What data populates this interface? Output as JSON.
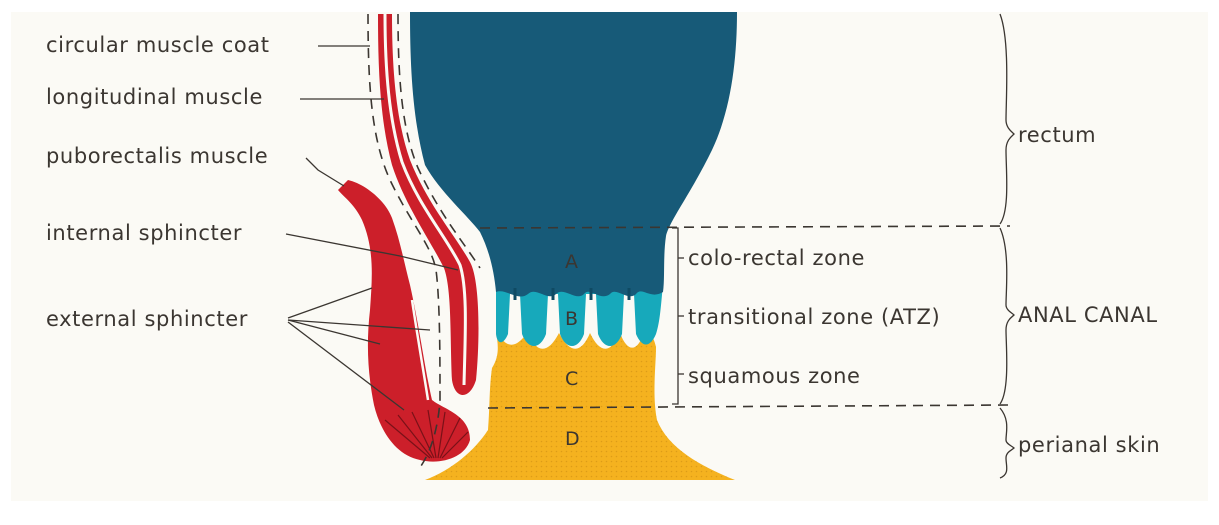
{
  "labels": {
    "circular_muscle_coat": "circular muscle coat",
    "longitudinal_muscle": "longitudinal muscle",
    "puborectalis_muscle": "puborectalis muscle",
    "internal_sphincter": "internal sphincter",
    "external_sphincter": "external sphincter"
  },
  "zones": {
    "colo_rectal": "colo-rectal zone",
    "transitional": "transitional zone (ATZ)",
    "squamous": "squamous zone"
  },
  "regions": {
    "rectum": "rectum",
    "anal_canal": "ANAL CANAL",
    "perianal_skin": "perianal skin"
  },
  "zone_letters": {
    "a": "A",
    "b": "B",
    "c": "C",
    "d": "D"
  },
  "colors": {
    "mucosa": "#175a78",
    "transitional": "#17a9bb",
    "squamous": "#f5b21f",
    "muscle": "#cc1f2a",
    "ink": "#3b3631",
    "background": "#fbfaf5"
  }
}
